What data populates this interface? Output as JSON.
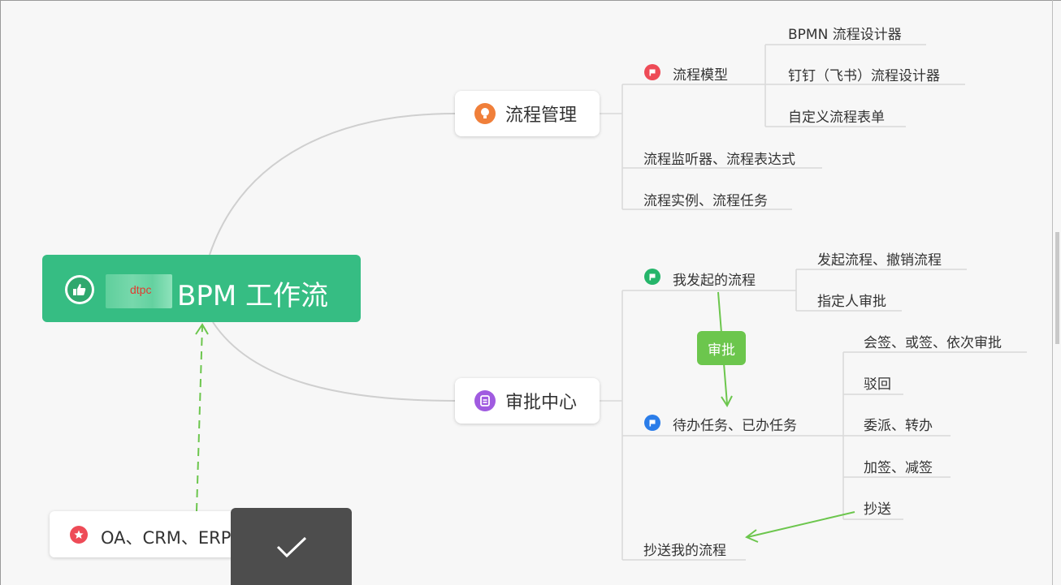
{
  "root": {
    "title": "BPM 工作流",
    "watermark": "dtpc",
    "icon": "thumbs-up-icon",
    "color": "#36bd83"
  },
  "branches": {
    "flow_mgmt": {
      "label": "流程管理",
      "icon": "lightbulb-icon",
      "icon_color": "#f07f3a",
      "children": {
        "model": {
          "label": "流程模型",
          "icon": "flag-icon",
          "icon_color": "#ee4b57",
          "children": [
            "BPMN 流程设计器",
            "钉钉（飞书）流程设计器",
            "自定义流程表单"
          ]
        },
        "listener": "流程监听器、流程表达式",
        "instance": "流程实例、流程任务"
      }
    },
    "approval": {
      "label": "审批中心",
      "icon": "clipboard-icon",
      "icon_color": "#a05be0",
      "children": {
        "started": {
          "label": "我发起的流程",
          "icon": "flag-icon",
          "icon_color": "#25b56a",
          "children": [
            "发起流程、撤销流程",
            "指定人审批"
          ]
        },
        "todo": {
          "label": "待办任务、已办任务",
          "icon": "flag-icon",
          "icon_color": "#2b7de9",
          "children": [
            "会签、或签、依次审批",
            "驳回",
            "委派、转办",
            "加签、减签",
            "抄送"
          ]
        },
        "cc": "抄送我的流程"
      }
    }
  },
  "relation": {
    "label": "审批",
    "color": "#6cc64d"
  },
  "oa_node": {
    "label": "OA、CRM、ERP",
    "icon": "star-icon",
    "icon_color": "#ee4b57"
  },
  "overlay": {
    "icon": "checkmark-icon"
  }
}
